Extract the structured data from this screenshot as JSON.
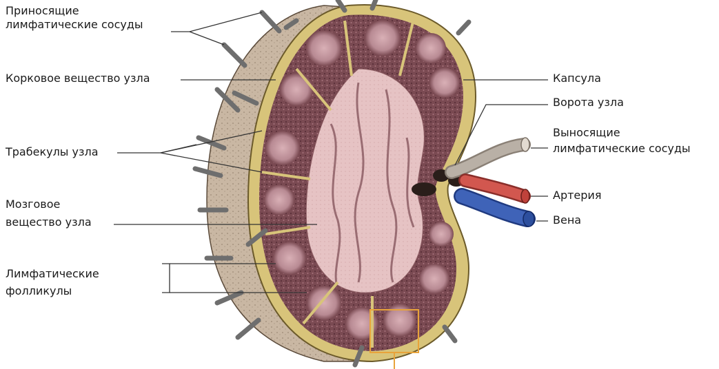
{
  "labels": {
    "afferent_vessels_line1": "Приносящие",
    "afferent_vessels_line2": "лимфатические сосуды",
    "cortex": "Корковое вещество узла",
    "trabeculae": "Трабекулы узла",
    "medulla_line1": "Мозговое",
    "medulla_line2": "вещество узла",
    "follicles_line1": "Лимфатические",
    "follicles_line2": "фолликулы",
    "capsule": "Капсула",
    "hilum": "Ворота узла",
    "efferent_vessels_line1": "Выносящие",
    "efferent_vessels_line2": "лимфатические сосуды",
    "artery": "Артерия",
    "vein": "Вена"
  },
  "colors": {
    "capsule_outer": "#c9b7a3",
    "capsule_band": "#d8c47a",
    "cortex_fill": "#7a4a52",
    "follicle_fill": "#b88a93",
    "medulla_fill": "#e6c3c4",
    "artery": "#d2574f",
    "vein": "#3f63b8",
    "efferent": "#b9b0a6",
    "highlight_box": "#e8a33a",
    "leader_line": "#333333"
  }
}
